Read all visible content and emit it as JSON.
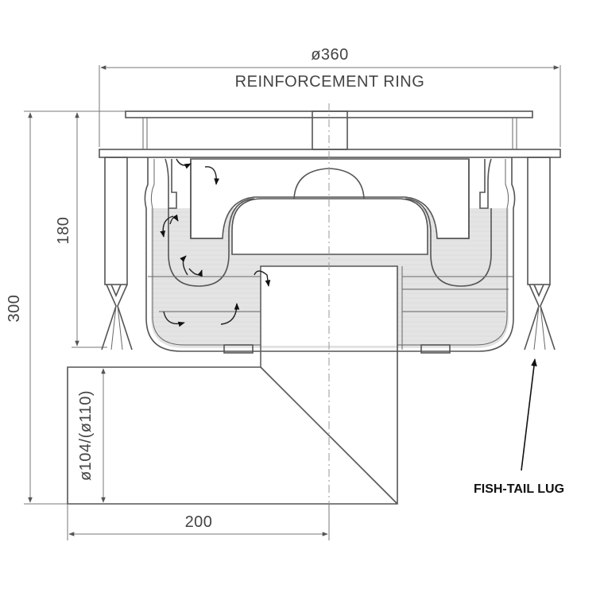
{
  "dimensions": {
    "ring_diameter": "ø360",
    "ring_label": "REINFORCEMENT RING",
    "height_upper": "180",
    "height_total": "300",
    "outlet_diameter": "ø104/(ø110)",
    "outlet_length": "200"
  },
  "callouts": {
    "lug": "FISH-TAIL LUG"
  }
}
